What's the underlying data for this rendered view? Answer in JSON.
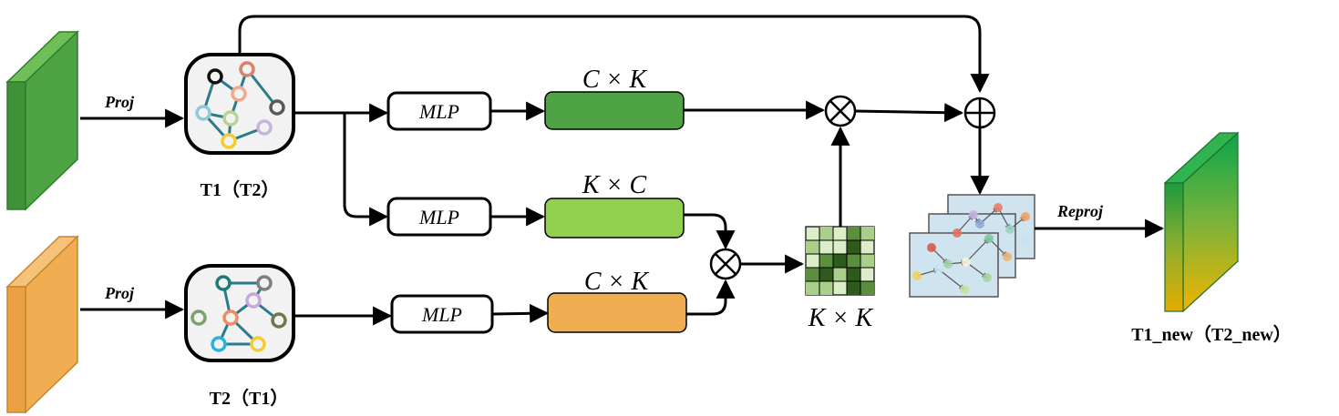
{
  "labels": {
    "proj_top": "Proj",
    "proj_bottom": "Proj",
    "reproj": "Reproj",
    "graph_top": "T1（T2）",
    "graph_bottom": "T2（T1）",
    "output": "T1_new（T2_new）",
    "mlp_1": "MLP",
    "mlp_2": "MLP",
    "mlp_3": "MLP",
    "dim_1": "C × K",
    "dim_2": "K × C",
    "dim_3": "C × K",
    "dim_matrix": "K × K"
  },
  "colors": {
    "green_dark": "#4ea345",
    "green_light": "#92d050",
    "orange": "#f0ad52",
    "teal_edge": "#2b7b8c",
    "grid_bg": "#dbeec8",
    "panel_bg": "#cfe4ee"
  },
  "icons": {
    "multiply": "circle-times-icon",
    "add": "circle-plus-icon"
  }
}
